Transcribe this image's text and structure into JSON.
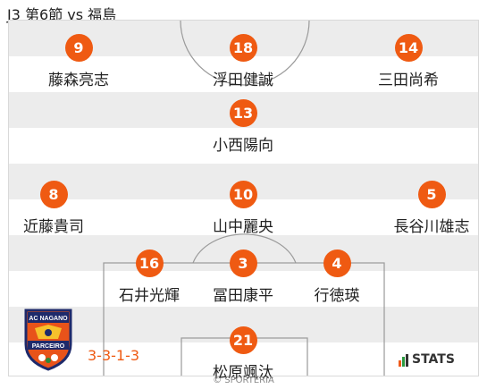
{
  "title": "J3 第6節 vs 福島",
  "formation": "3-3-1-3",
  "colors": {
    "accent": "#ef5a12",
    "stripe": "#ececec",
    "lines": "#9a9a9a"
  },
  "players": [
    {
      "number": "9",
      "name": "藤森亮志"
    },
    {
      "number": "18",
      "name": "浮田健誠"
    },
    {
      "number": "14",
      "name": "三田尚希"
    },
    {
      "number": "13",
      "name": "小西陽向"
    },
    {
      "number": "8",
      "name": "近藤貴司"
    },
    {
      "number": "10",
      "name": "山中麗央"
    },
    {
      "number": "5",
      "name": "長谷川雄志"
    },
    {
      "number": "16",
      "name": "石井光輝"
    },
    {
      "number": "3",
      "name": "冨田康平"
    },
    {
      "number": "4",
      "name": "行徳瑛"
    },
    {
      "number": "21",
      "name": "松原颯汰"
    }
  ],
  "logo": {
    "top_text": "AC NAGANO",
    "bottom_text": "PARCEIRO"
  },
  "stats_logo": "STATS",
  "credit": "© SPORTERIA"
}
